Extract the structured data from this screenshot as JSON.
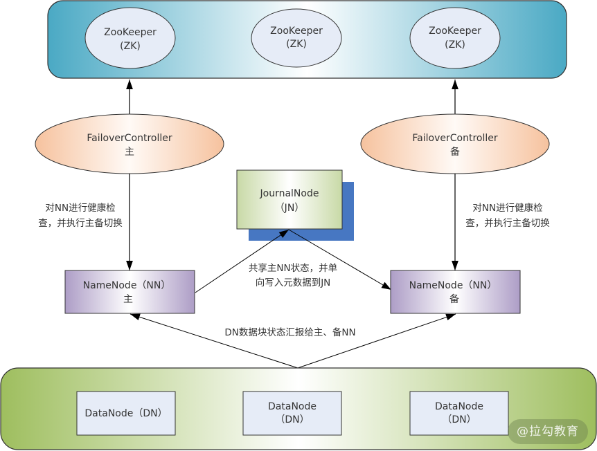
{
  "zookeeper_cluster": {
    "nodes": [
      {
        "line1": "ZooKeeper",
        "line2": "(ZK)"
      },
      {
        "line1": "ZooKeeper",
        "line2": "(ZK)"
      },
      {
        "line1": "ZooKeeper",
        "line2": "(ZK)"
      }
    ]
  },
  "failover_controllers": {
    "active": {
      "line1": "FailoverController",
      "line2": "主"
    },
    "standby": {
      "line1": "FailoverController",
      "line2": "备"
    }
  },
  "health_check_labels": {
    "left": {
      "line1": "对NN进行健康检",
      "line2": "查，并执行主备切换"
    },
    "right": {
      "line1": "对NN进行健康检",
      "line2": "查，并执行主备切换"
    }
  },
  "journal_node": {
    "line1": "JournalNode",
    "line2": "（JN）"
  },
  "shared_state_label": {
    "line1": "共享主NN状态，并单",
    "line2": "向写入元数据到JN"
  },
  "name_nodes": {
    "active": {
      "line1": "NameNode（NN）",
      "line2": "主"
    },
    "standby": {
      "line1": "NameNode（NN）",
      "line2": "备"
    }
  },
  "block_report_label": "DN数据块状态汇报给主、备NN",
  "data_nodes": [
    {
      "line1": "DataNode（DN）",
      "line2": ""
    },
    {
      "line1": "DataNode",
      "line2": "（DN）"
    },
    {
      "line1": "DataNode",
      "line2": "（DN）"
    }
  ],
  "watermark": "@拉勾教育",
  "colors": {
    "zk_band_edge": "#4aa9c4",
    "zk_band_center": "#ffffff",
    "node_fill": "#e6ecf7",
    "fc_edge": "#f6c29e",
    "jn_edge": "#c8d9a6",
    "jn_shadow": "#4777c2",
    "nn_edge": "#ad9dc6",
    "dn_band_edge": "#9ebe5e",
    "stroke": "#333333"
  }
}
